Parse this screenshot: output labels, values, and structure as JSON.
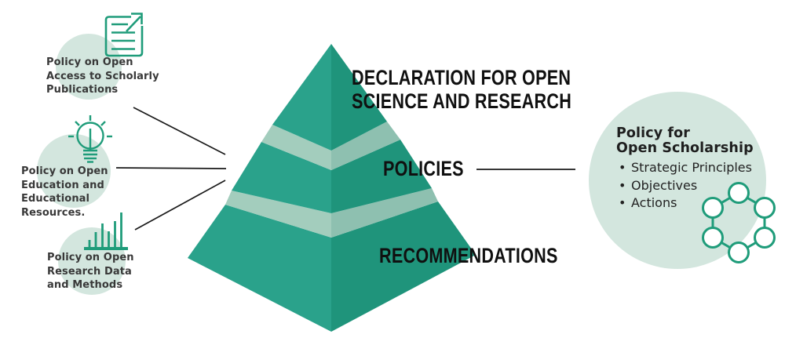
{
  "pyramid": {
    "top_label": "DECLARATION FOR OPEN\nSCIENCE AND RESEARCH",
    "middle_label": "POLICIES",
    "bottom_label": "RECOMMENDATIONS"
  },
  "left_policies": [
    {
      "label": "Policy on Open\nAccess to Scholarly\nPublications",
      "icon": "document-export-icon"
    },
    {
      "label": "Policy on Open\nEducation and\nEducational\nResources.",
      "icon": "lightbulb-icon"
    },
    {
      "label": "Policy on Open\nResearch Data\nand Methods",
      "icon": "bar-chart-icon"
    }
  ],
  "bubble": {
    "title": "Policy for\nOpen Scholarship",
    "bullets": [
      "Strategic Principles",
      "Objectives",
      "Actions"
    ],
    "icon": "network-ring-icon"
  },
  "colors": {
    "pyramid_face_left": "#2AA28B",
    "pyramid_face_right": "#1F947B",
    "pyramid_band_left": "#A3CDBD",
    "pyramid_band_right": "#8EC0B0",
    "circle_background": "#D3E6DE",
    "icon_stroke": "#1F9C7A",
    "connector_line": "#1A1A1A",
    "headline_text": "#101010",
    "label_text": "#383838"
  }
}
